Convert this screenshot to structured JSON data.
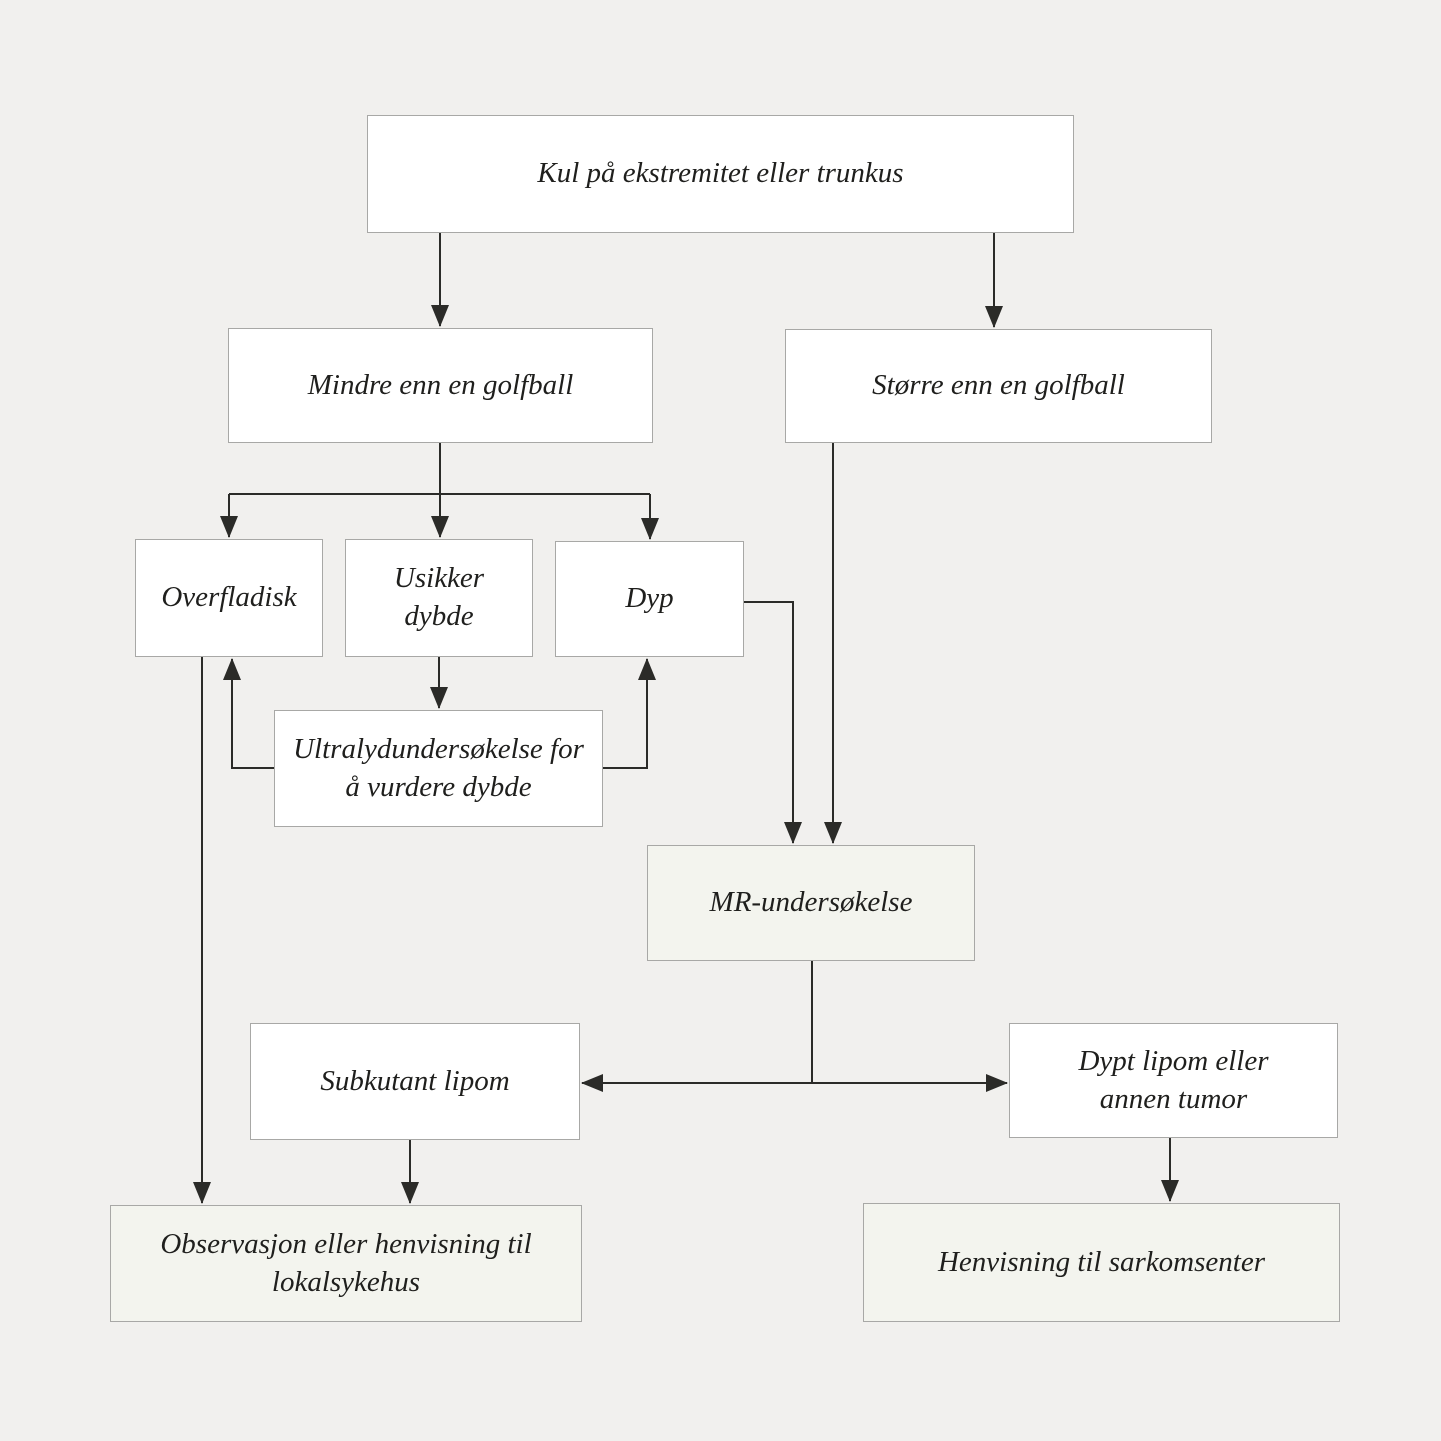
{
  "diagram": {
    "language": "Norwegian",
    "type": "flowchart",
    "colors": {
      "background": "#f1f0ee",
      "node_fill": "#ffffff",
      "endpoint_fill": "#f3f4ee",
      "node_border": "#a8a8a6",
      "connector": "#2b2b28",
      "text": "#1f1f1d"
    },
    "nodes": [
      {
        "id": "kul",
        "label": "Kul på ekstremitet eller trunkus",
        "highlighted": false
      },
      {
        "id": "mindre",
        "label": "Mindre enn en golfball",
        "highlighted": false
      },
      {
        "id": "storre",
        "label": "Større enn en golfball",
        "highlighted": false
      },
      {
        "id": "overfladisk",
        "label": "Overfladisk",
        "highlighted": false
      },
      {
        "id": "usikker",
        "label": "Usikker dybde",
        "highlighted": false
      },
      {
        "id": "dyp",
        "label": "Dyp",
        "highlighted": false
      },
      {
        "id": "ultralyd",
        "label": "Ultralydundersøkelse for å vurdere dybde",
        "highlighted": false
      },
      {
        "id": "mr",
        "label": "MR-undersøkelse",
        "highlighted": true
      },
      {
        "id": "subkutant",
        "label": "Subkutant lipom",
        "highlighted": false
      },
      {
        "id": "dypt",
        "label": "Dypt lipom eller annen tumor",
        "highlighted": false
      },
      {
        "id": "observasjon",
        "label": "Observasjon eller henvisning til lokalsykehus",
        "highlighted": true
      },
      {
        "id": "henvisning",
        "label": "Henvisning til sarkomsenter",
        "highlighted": true
      }
    ],
    "edges": [
      {
        "from": "kul",
        "to": "mindre"
      },
      {
        "from": "kul",
        "to": "storre"
      },
      {
        "from": "mindre",
        "to": "overfladisk"
      },
      {
        "from": "mindre",
        "to": "usikker"
      },
      {
        "from": "mindre",
        "to": "dyp"
      },
      {
        "from": "usikker",
        "to": "ultralyd"
      },
      {
        "from": "ultralyd",
        "to": "overfladisk"
      },
      {
        "from": "ultralyd",
        "to": "dyp"
      },
      {
        "from": "overfladisk",
        "to": "observasjon"
      },
      {
        "from": "dyp",
        "to": "mr"
      },
      {
        "from": "storre",
        "to": "mr"
      },
      {
        "from": "mr",
        "to": "subkutant"
      },
      {
        "from": "mr",
        "to": "dypt"
      },
      {
        "from": "subkutant",
        "to": "observasjon"
      },
      {
        "from": "dypt",
        "to": "henvisning"
      }
    ]
  }
}
